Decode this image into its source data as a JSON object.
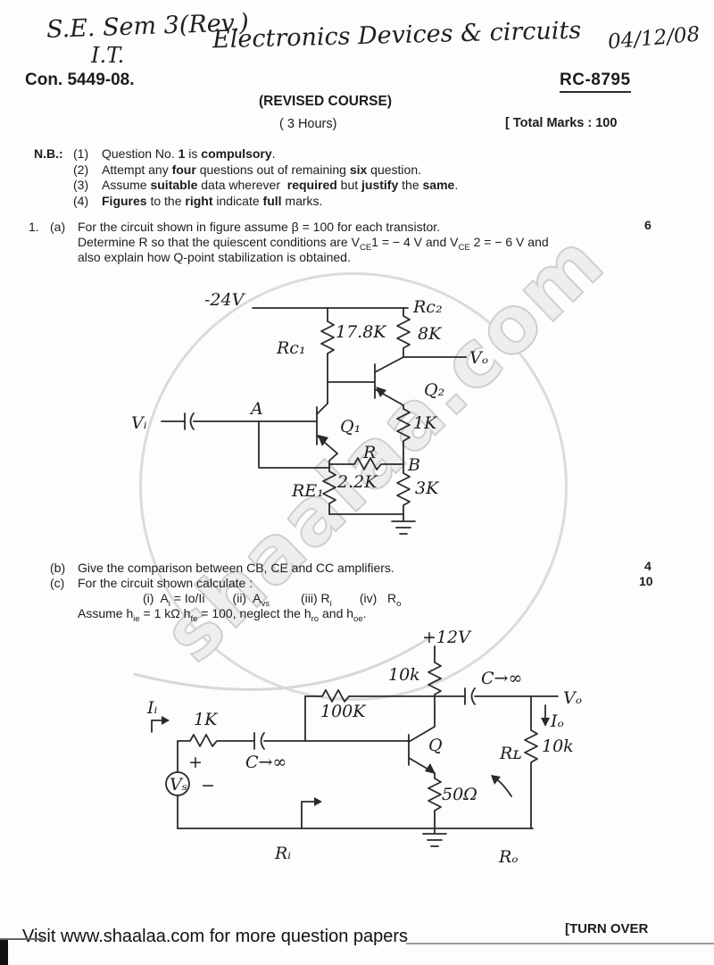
{
  "watermark": {
    "text": "shaalaa.com"
  },
  "handwritten_header": {
    "line1": "S.E. Sem 3(Rev.)",
    "line2": "I.T.",
    "subject": "Electronics Devices & circuits",
    "date": "04/12/08"
  },
  "header": {
    "con_no": "Con. 5449-08.",
    "paper_code": "RC-8795",
    "course": "(REVISED COURSE)",
    "hours": "( 3 Hours)",
    "total_marks": "[ Total Marks : 100"
  },
  "nb": {
    "label": "N.B.:",
    "items": [
      {
        "num": "(1)",
        "segments": [
          {
            "t": "Question No. "
          },
          {
            "t": "1",
            "b": true
          },
          {
            "t": " is "
          },
          {
            "t": "compulsory",
            "b": true
          },
          {
            "t": "."
          }
        ]
      },
      {
        "num": "(2)",
        "segments": [
          {
            "t": "Attempt any "
          },
          {
            "t": "four",
            "b": true
          },
          {
            "t": " questions out of remaining "
          },
          {
            "t": "six",
            "b": true
          },
          {
            "t": " question."
          }
        ]
      },
      {
        "num": "(3)",
        "segments": [
          {
            "t": "Assume "
          },
          {
            "t": "suitable",
            "b": true
          },
          {
            "t": " data wherever  "
          },
          {
            "t": "required",
            "b": true
          },
          {
            "t": " but "
          },
          {
            "t": "justify",
            "b": true
          },
          {
            "t": " the "
          },
          {
            "t": "same",
            "b": true
          },
          {
            "t": "."
          }
        ]
      },
      {
        "num": "(4)",
        "segments": [
          {
            "t": "Figures",
            "b": true
          },
          {
            "t": " to the "
          },
          {
            "t": "right",
            "b": true
          },
          {
            "t": " indicate "
          },
          {
            "t": "full",
            "b": true
          },
          {
            "t": " marks."
          }
        ]
      }
    ]
  },
  "q1": {
    "number": "1.",
    "a": {
      "label": "(a)",
      "marks": "6",
      "line1": [
        {
          "t": "For the circuit shown in figure assume β = 100 for each transistor."
        }
      ],
      "line2": [
        {
          "t": "Determine R so that the quiescent conditions are V"
        },
        {
          "t": "CE",
          "sub": true
        },
        {
          "t": "1 = − 4 V and V"
        },
        {
          "t": "CE",
          "sub": true
        },
        {
          "t": " 2 = − 6 V and"
        }
      ],
      "line3": [
        {
          "t": "also explain how Q-point stabilization is obtained."
        }
      ]
    },
    "b": {
      "label": "(b)",
      "marks": "4",
      "text": [
        {
          "t": "Give the comparison between CB, CE and CC amplifiers."
        }
      ]
    },
    "c": {
      "label": "(c)",
      "marks": "10",
      "text": [
        {
          "t": "For the circuit shown calculate :"
        }
      ],
      "items_line": [
        {
          "t": "(i)  A"
        },
        {
          "t": "i",
          "sub": true
        },
        {
          "t": " = Io/Ii        (ii)  A"
        },
        {
          "t": "vs",
          "sub": true
        },
        {
          "t": "         (iii) R"
        },
        {
          "t": "i",
          "sub": true
        },
        {
          "t": "        (iv)   R"
        },
        {
          "t": "o",
          "sub": true
        }
      ],
      "assume_line": [
        {
          "t": "Assume h"
        },
        {
          "t": "ie",
          "sub": true
        },
        {
          "t": " = 1 kΩ h"
        },
        {
          "t": "fe",
          "sub": true
        },
        {
          "t": " = 100, neglect the h"
        },
        {
          "t": "ro",
          "sub": true
        },
        {
          "t": " and h"
        },
        {
          "t": "oe",
          "sub": true
        },
        {
          "t": "."
        }
      ]
    }
  },
  "circuit1": {
    "supply": "-24V",
    "rc1": "Rc₁",
    "rc1_val": "17.8K",
    "rc2": "Rc₂",
    "rc2_val": "8K",
    "vo": "Vₒ",
    "q1": "Q₁",
    "q2": "Q₂",
    "vi": "Vᵢ",
    "node_a": "A",
    "node_b": "B",
    "r": "R",
    "r1k": "1K",
    "re1": "RE₁",
    "re1_val": "2.2K",
    "r3k": "3K"
  },
  "circuit2": {
    "supply": "+12V",
    "rc_val": "10k",
    "cout": "C→∞",
    "vo": "Vₒ",
    "io": "Iₒ",
    "rl": "Rʟ",
    "rl_val": "10k",
    "rfb_val": "100K",
    "ii": "Iᵢ",
    "rs_val": "1K",
    "cin": "C→∞",
    "vs": "Vₛ",
    "plus": "+",
    "minus": "−",
    "q": "Q",
    "re_val": "50Ω",
    "ri": "Rᵢ",
    "ro": "Rₒ"
  },
  "footer": {
    "visit": "Visit www.shaalaa.com for more question papers",
    "turn_over": "[TURN OVER"
  }
}
